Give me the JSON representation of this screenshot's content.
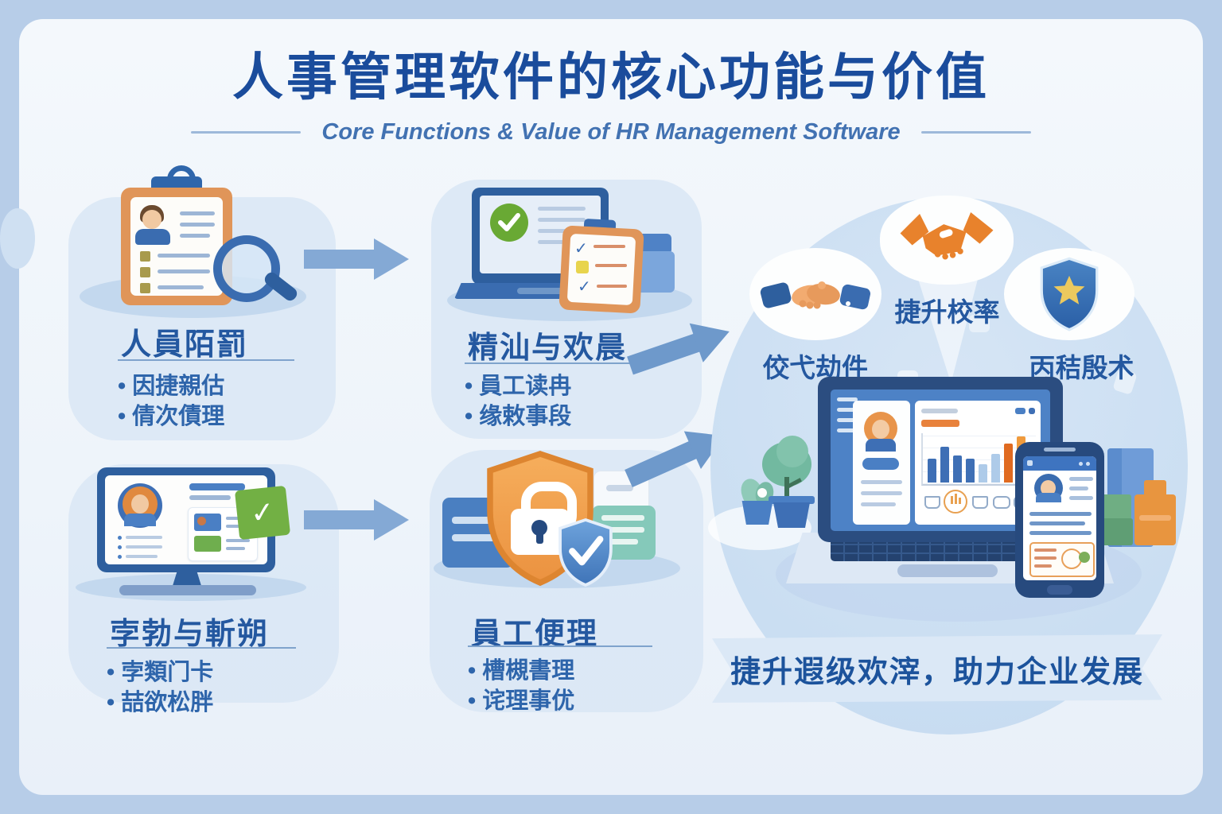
{
  "title": "人事管理软件的核心功能与价值",
  "subtitle": "Core Functions & Value of HR Management Software",
  "colors": {
    "title_blue": "#1a4c9c",
    "subtitle_blue": "#4272b2",
    "heading_blue": "#2458a0",
    "text_blue": "#2e65ab",
    "accent_orange": "#e8892f",
    "brand_blue": "#3a6cb0",
    "success_green": "#69a934",
    "teal": "#7cc4b4",
    "arrow_blue": "#84a9d5",
    "panel_blue": "#d9e6f5",
    "blob_blue": "#cde0f2",
    "banner_bg": "#dbe8f6",
    "frame_navy": "#2b4d80",
    "skin": "#f0ac72"
  },
  "sections": [
    {
      "id": "recruitment",
      "icon": "clipboard-resume-magnifier-icon",
      "heading": "人員陌罰",
      "bullets": [
        "因捷親估",
        "倩次債理"
      ]
    },
    {
      "id": "training",
      "icon": "laptop-checklist-icon",
      "heading": "精汕与欢晨",
      "bullets": [
        "員工读冉",
        "缘敕事段"
      ]
    },
    {
      "id": "attendance-payroll",
      "icon": "monitor-profile-icon",
      "heading": "孛勃与斬朔",
      "bullets": [
        "孛類门卡",
        "喆欲松胖"
      ]
    },
    {
      "id": "employee-management",
      "icon": "shield-lock-icon",
      "heading": "員工便理",
      "bullets": [
        "槽槻書理",
        "诧理事优"
      ]
    }
  ],
  "benefits": [
    {
      "icon": "handshake-icon",
      "label": "佼弋劫件"
    },
    {
      "icon": "handshake-deal-icon",
      "label": "捷升校率"
    },
    {
      "icon": "shield-star-icon",
      "label": "丙秸殷术"
    }
  ],
  "banner": {
    "text": "捷升遐级欢滓，助力企业发展"
  },
  "chart_data": {
    "type": "bar",
    "context": "dashboard illustration on laptop screen (no axis labels shown)",
    "categories": [
      "b1",
      "b2",
      "b3",
      "b4",
      "b5",
      "b6",
      "b7",
      "b8"
    ],
    "values": [
      52,
      78,
      58,
      52,
      40,
      62,
      84,
      100
    ],
    "colors": [
      "#3e6fb5",
      "#3e6fb5",
      "#3e6fb5",
      "#3e6fb5",
      "#aecbe9",
      "#aecbe9",
      "#e06a20",
      "#f09a3c"
    ],
    "title": "",
    "xlabel": "",
    "ylabel": "",
    "ylim": [
      0,
      100
    ],
    "grid": true,
    "legend": "none"
  }
}
